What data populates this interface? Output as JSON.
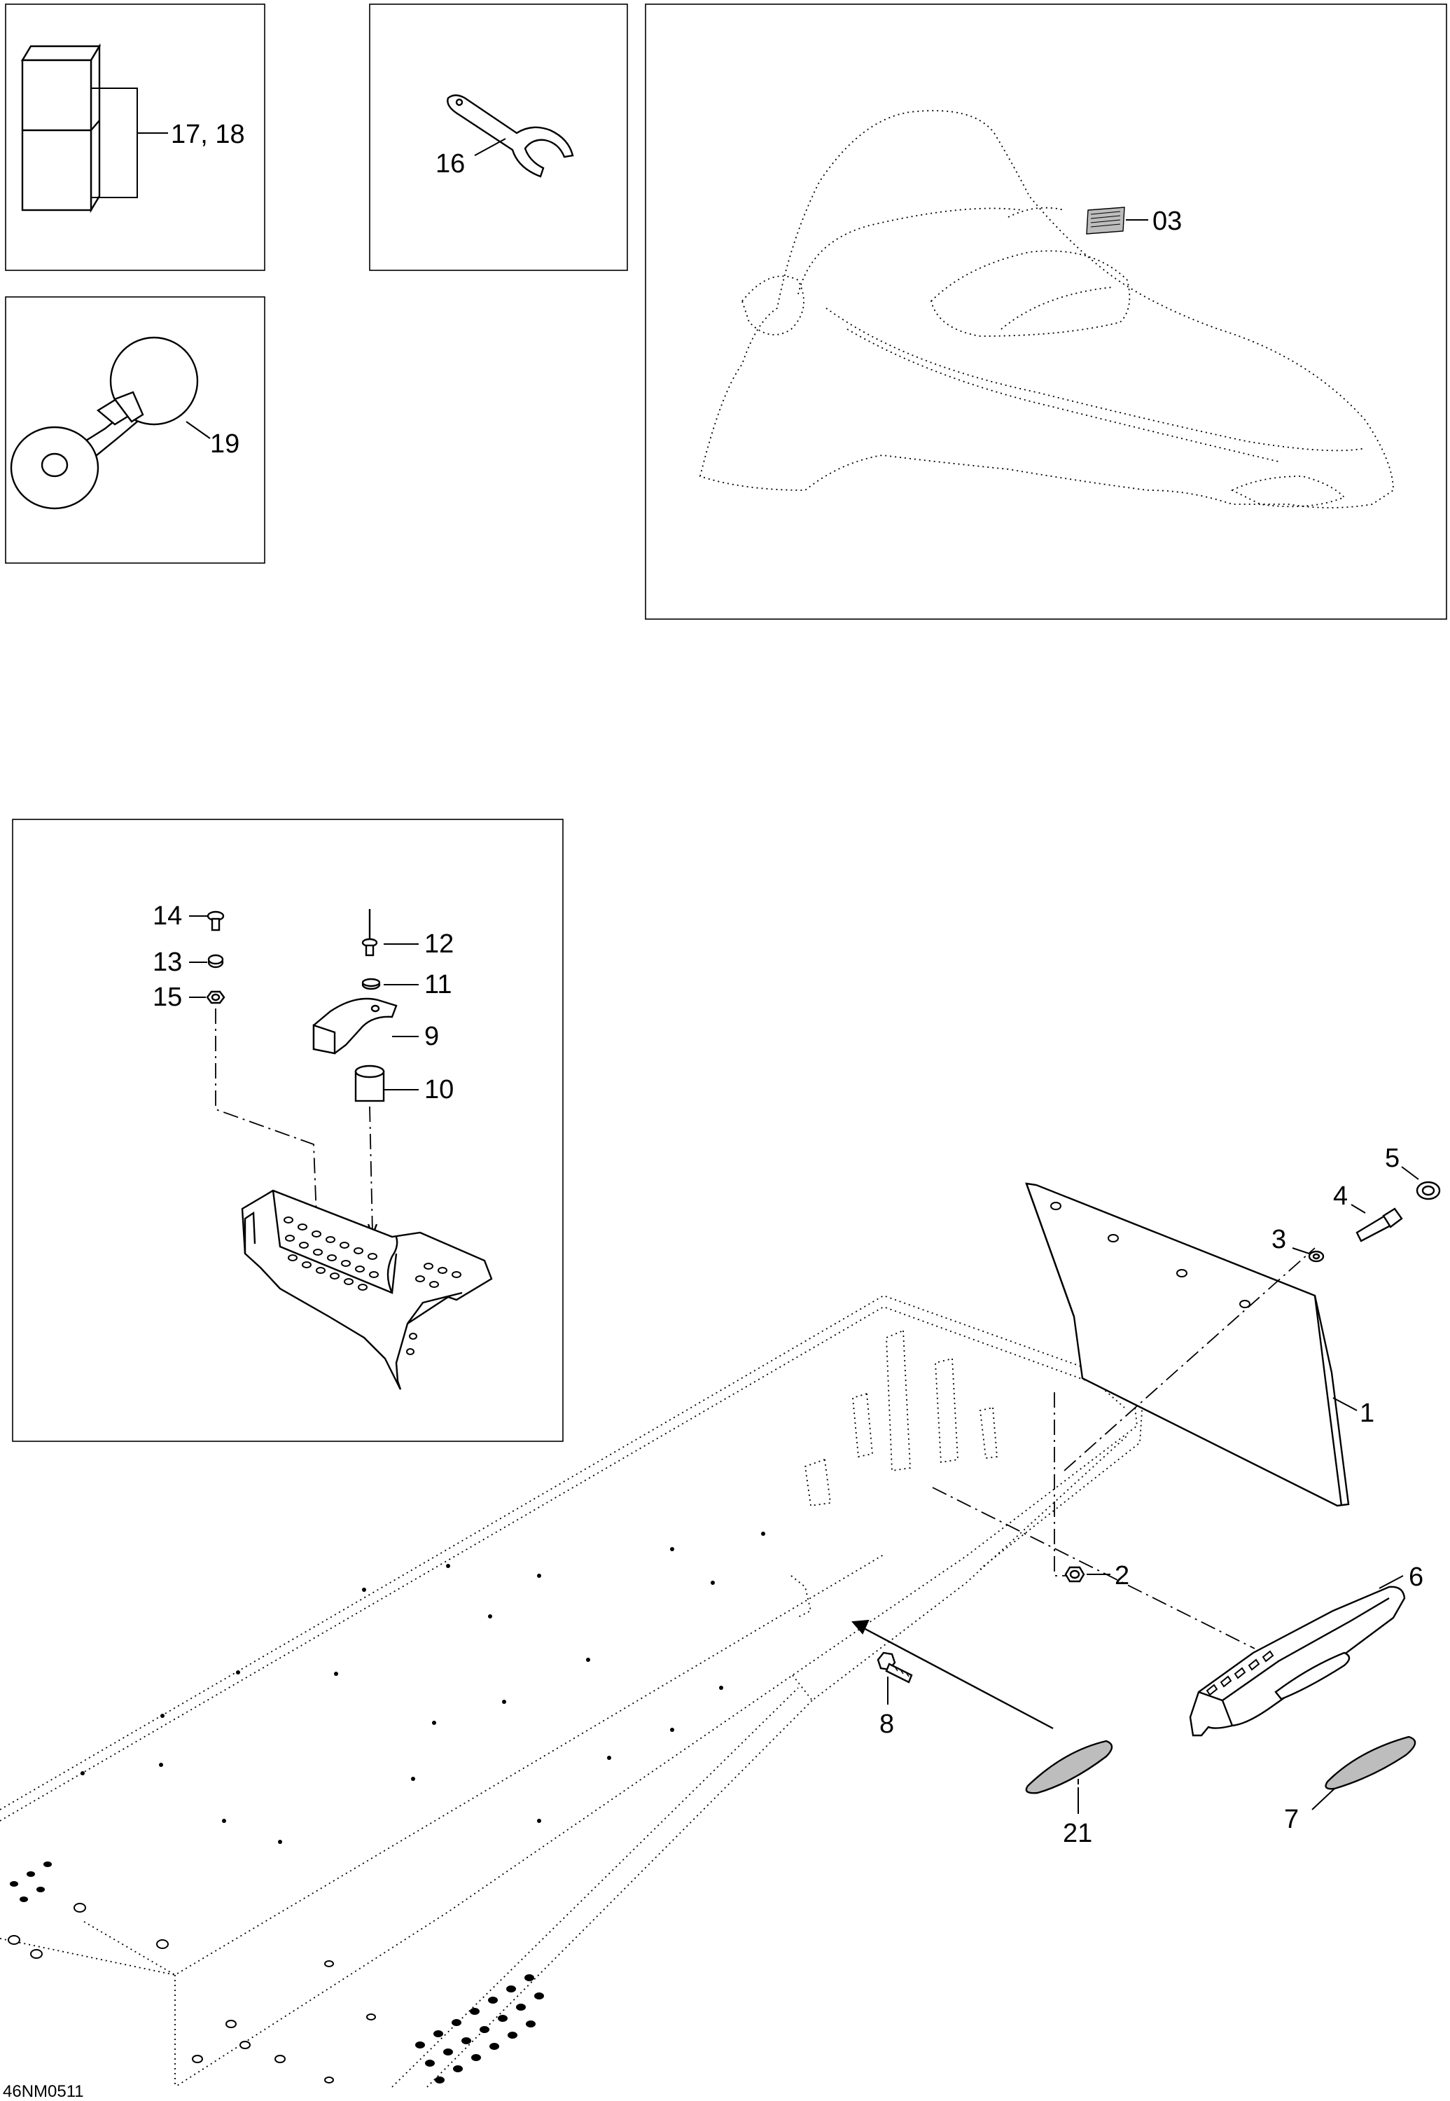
{
  "figure_code": "46NM0511",
  "callouts": {
    "c17_18": "17, 18",
    "c16": "16",
    "c03": "03",
    "c19": "19",
    "c14": "14",
    "c13": "13",
    "c15": "15",
    "c12": "12",
    "c11": "11",
    "c9": "9",
    "c10": "10",
    "c5": "5",
    "c4": "4",
    "c3": "3",
    "c1": "1",
    "c2": "2",
    "c6": "6",
    "c8": "8",
    "c21": "21",
    "c7": "7"
  }
}
